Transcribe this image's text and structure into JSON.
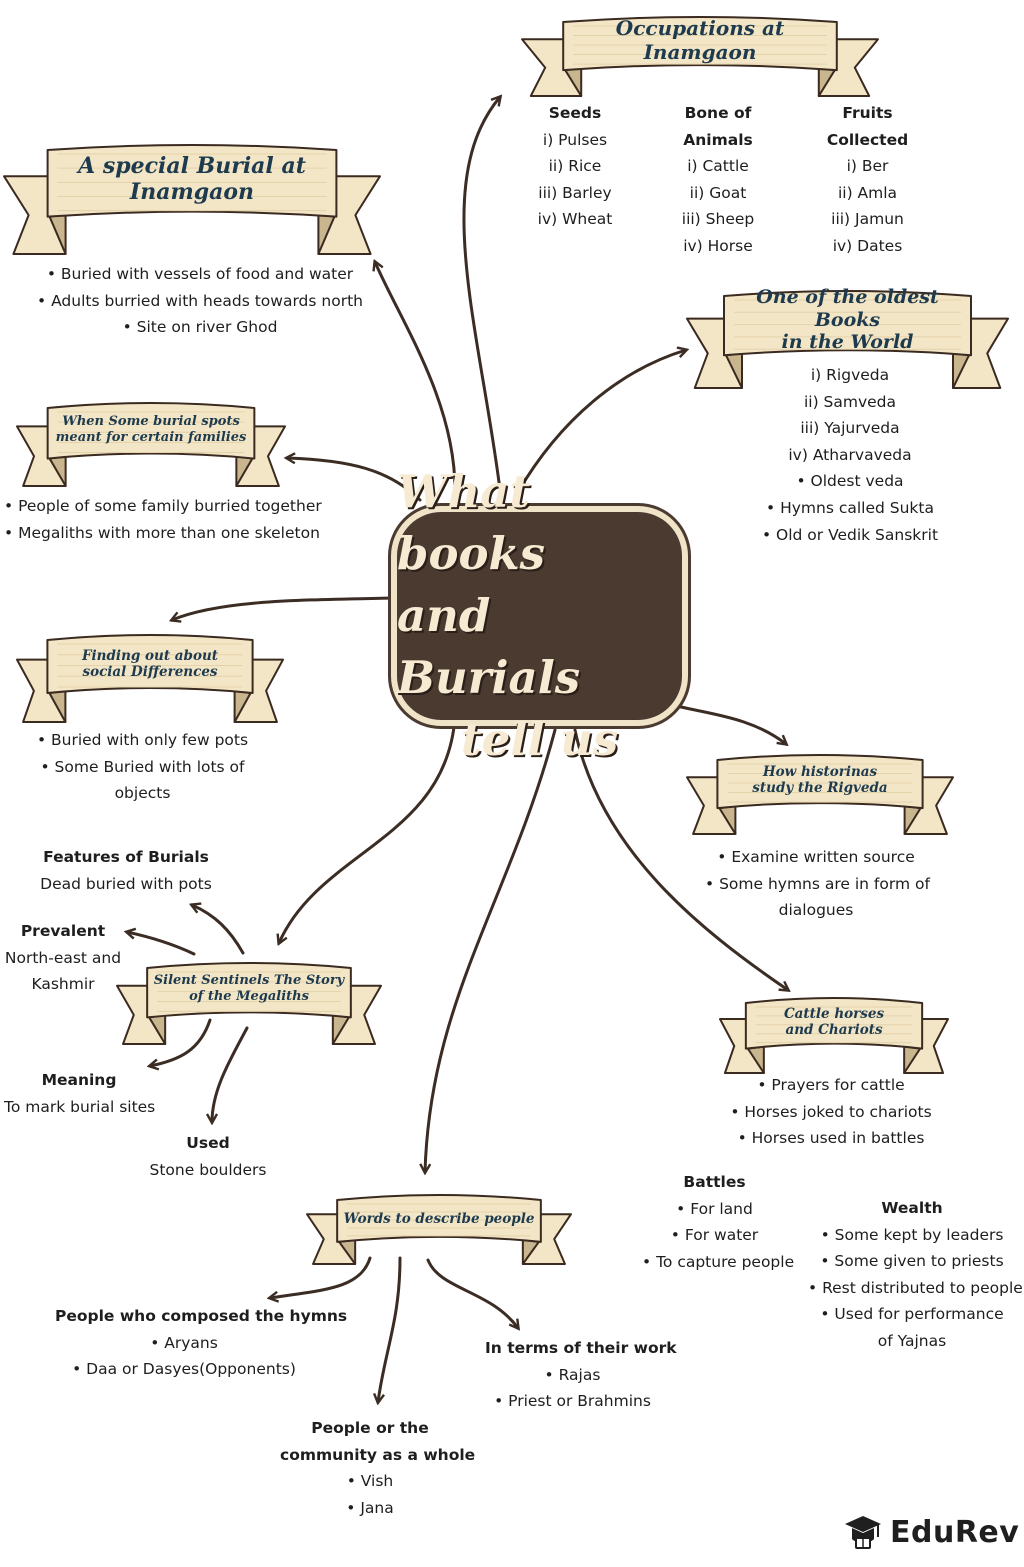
{
  "center": {
    "lines": [
      "What books",
      "and Burials",
      "tell us"
    ]
  },
  "topics": {
    "occupations": {
      "title": [
        "Occupations at Inamgaon"
      ],
      "columns": [
        {
          "heading": [
            "Seeds"
          ],
          "items": [
            "i) Pulses",
            "ii) Rice",
            "iii) Barley",
            "iv) Wheat"
          ]
        },
        {
          "heading": [
            "Bone of",
            "Animals"
          ],
          "items": [
            "i) Cattle",
            "ii) Goat",
            "iii) Sheep",
            "iv) Horse"
          ]
        },
        {
          "heading": [
            "Fruits",
            "Collected"
          ],
          "items": [
            "i) Ber",
            "ii) Amla",
            "iii) Jamun",
            "iv) Dates"
          ]
        }
      ]
    },
    "special_burial": {
      "title": [
        "A special Burial at",
        "Inamgaon"
      ],
      "items": [
        "• Buried with vessels of food and water",
        "• Adults burried with heads towards north",
        "• Site on river Ghod"
      ]
    },
    "oldest_books": {
      "title": [
        "One of the oldest Books",
        "in the World"
      ],
      "items": [
        "i) Rigveda",
        "ii) Samveda",
        "iii) Yajurveda",
        "iv) Atharvaveda",
        "• Oldest veda",
        "• Hymns called Sukta",
        "• Old or Vedik Sanskrit"
      ]
    },
    "burial_spots": {
      "title": [
        "When Some burial spots",
        "meant for certain families"
      ],
      "items": [
        "• People of some family burried together",
        "• Megaliths with more than one skeleton"
      ]
    },
    "social_differences": {
      "title": [
        "Finding out about",
        "social Differences"
      ],
      "items": [
        "• Buried with only few pots",
        "• Some Buried with lots of",
        "objects"
      ]
    },
    "rigveda_study": {
      "title": [
        "How historinas",
        "study the Rigveda"
      ],
      "items": [
        "• Examine written source",
        "• Some hymns are in form of",
        "dialogues"
      ]
    },
    "megaliths": {
      "title": [
        "Silent Sentinels  The Story",
        "of the Megaliths"
      ],
      "features": {
        "heading": "Features of Burials",
        "text": "Dead buried with pots"
      },
      "prevalent": {
        "heading": "Prevalent",
        "lines": [
          "North-east and",
          "Kashmir"
        ]
      },
      "meaning": {
        "heading": "Meaning",
        "text": "To mark burial sites"
      },
      "used": {
        "heading": "Used",
        "text": "Stone boulders"
      }
    },
    "cattle": {
      "title": [
        "Cattle horses",
        "and Chariots"
      ],
      "items": [
        "• Prayers for cattle",
        "• Horses joked to chariots",
        "• Horses used in battles"
      ],
      "battles": {
        "heading": "Battles",
        "items": [
          "• For land",
          "• For water",
          "• To capture people"
        ]
      },
      "wealth": {
        "heading": "Wealth",
        "items": [
          "• Some kept by leaders",
          "• Some given to priests",
          "• Rest distributed to people",
          "• Used for performance",
          "of Yajnas"
        ]
      }
    },
    "words": {
      "title": [
        "Words to describe people"
      ],
      "composers": {
        "heading": "People who composed the hymns",
        "items": [
          "• Aryans",
          "• Daa or Dasyes(Opponents)"
        ]
      },
      "work": {
        "heading": "In terms of their work",
        "items": [
          "• Rajas",
          "• Priest or Brahmins"
        ]
      },
      "community": {
        "heading": [
          "People or the",
          "community as a whole"
        ],
        "items": [
          "• Vish",
          "• Jana"
        ]
      }
    }
  },
  "brand": {
    "name": "EduRev"
  },
  "colors": {
    "ribbon_fill": "#f3e6c6",
    "ribbon_stroke": "#3a2a20",
    "title_text": "#1d3a4e",
    "center_fill": "#4a3a30",
    "arrow": "#3b2c24"
  }
}
